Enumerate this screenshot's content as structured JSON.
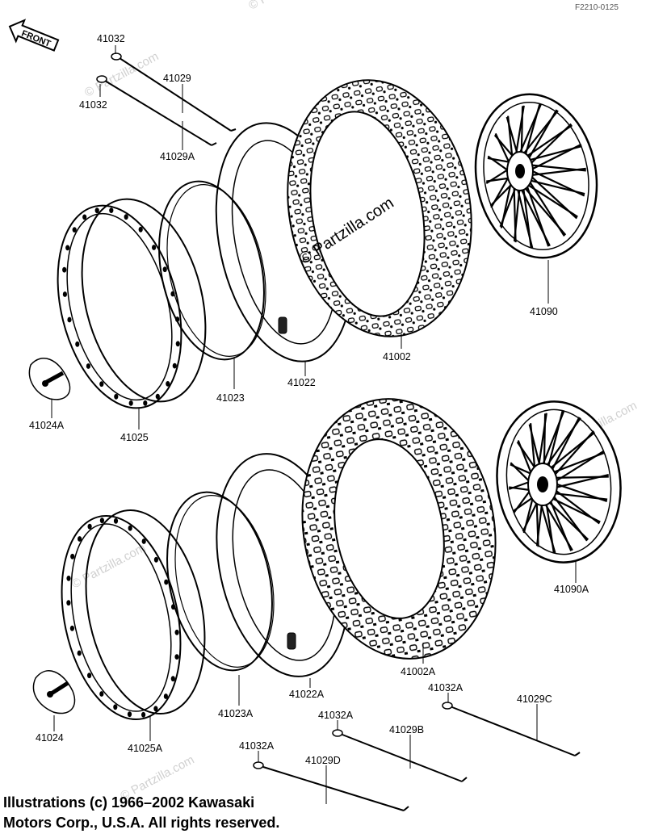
{
  "diagram_code": "F2210-0125",
  "front_label": "FRONT",
  "watermark_main": "© Partzilla.com",
  "watermark_small": "© Partzilla.com",
  "labels": {
    "p41032_top": "41032",
    "p41029": "41029",
    "p41032_mid": "41032",
    "p41029A": "41029A",
    "p41090": "41090",
    "p41002": "41002",
    "p41022": "41022",
    "p41023": "41023",
    "p41024A": "41024A",
    "p41025": "41025",
    "p41090A": "41090A",
    "p41002A": "41002A",
    "p41032A_right": "41032A",
    "p41029C": "41029C",
    "p41022A": "41022A",
    "p41023A": "41023A",
    "p41032A_mid": "41032A",
    "p41029B": "41029B",
    "p41024": "41024",
    "p41025A": "41025A",
    "p41032A_left": "41032A",
    "p41029D": "41029D"
  },
  "copyright": {
    "line1": "Illustrations (c) 1966–2002 Kawasaki",
    "line2": "Motors Corp., U.S.A.  All rights reserved."
  }
}
